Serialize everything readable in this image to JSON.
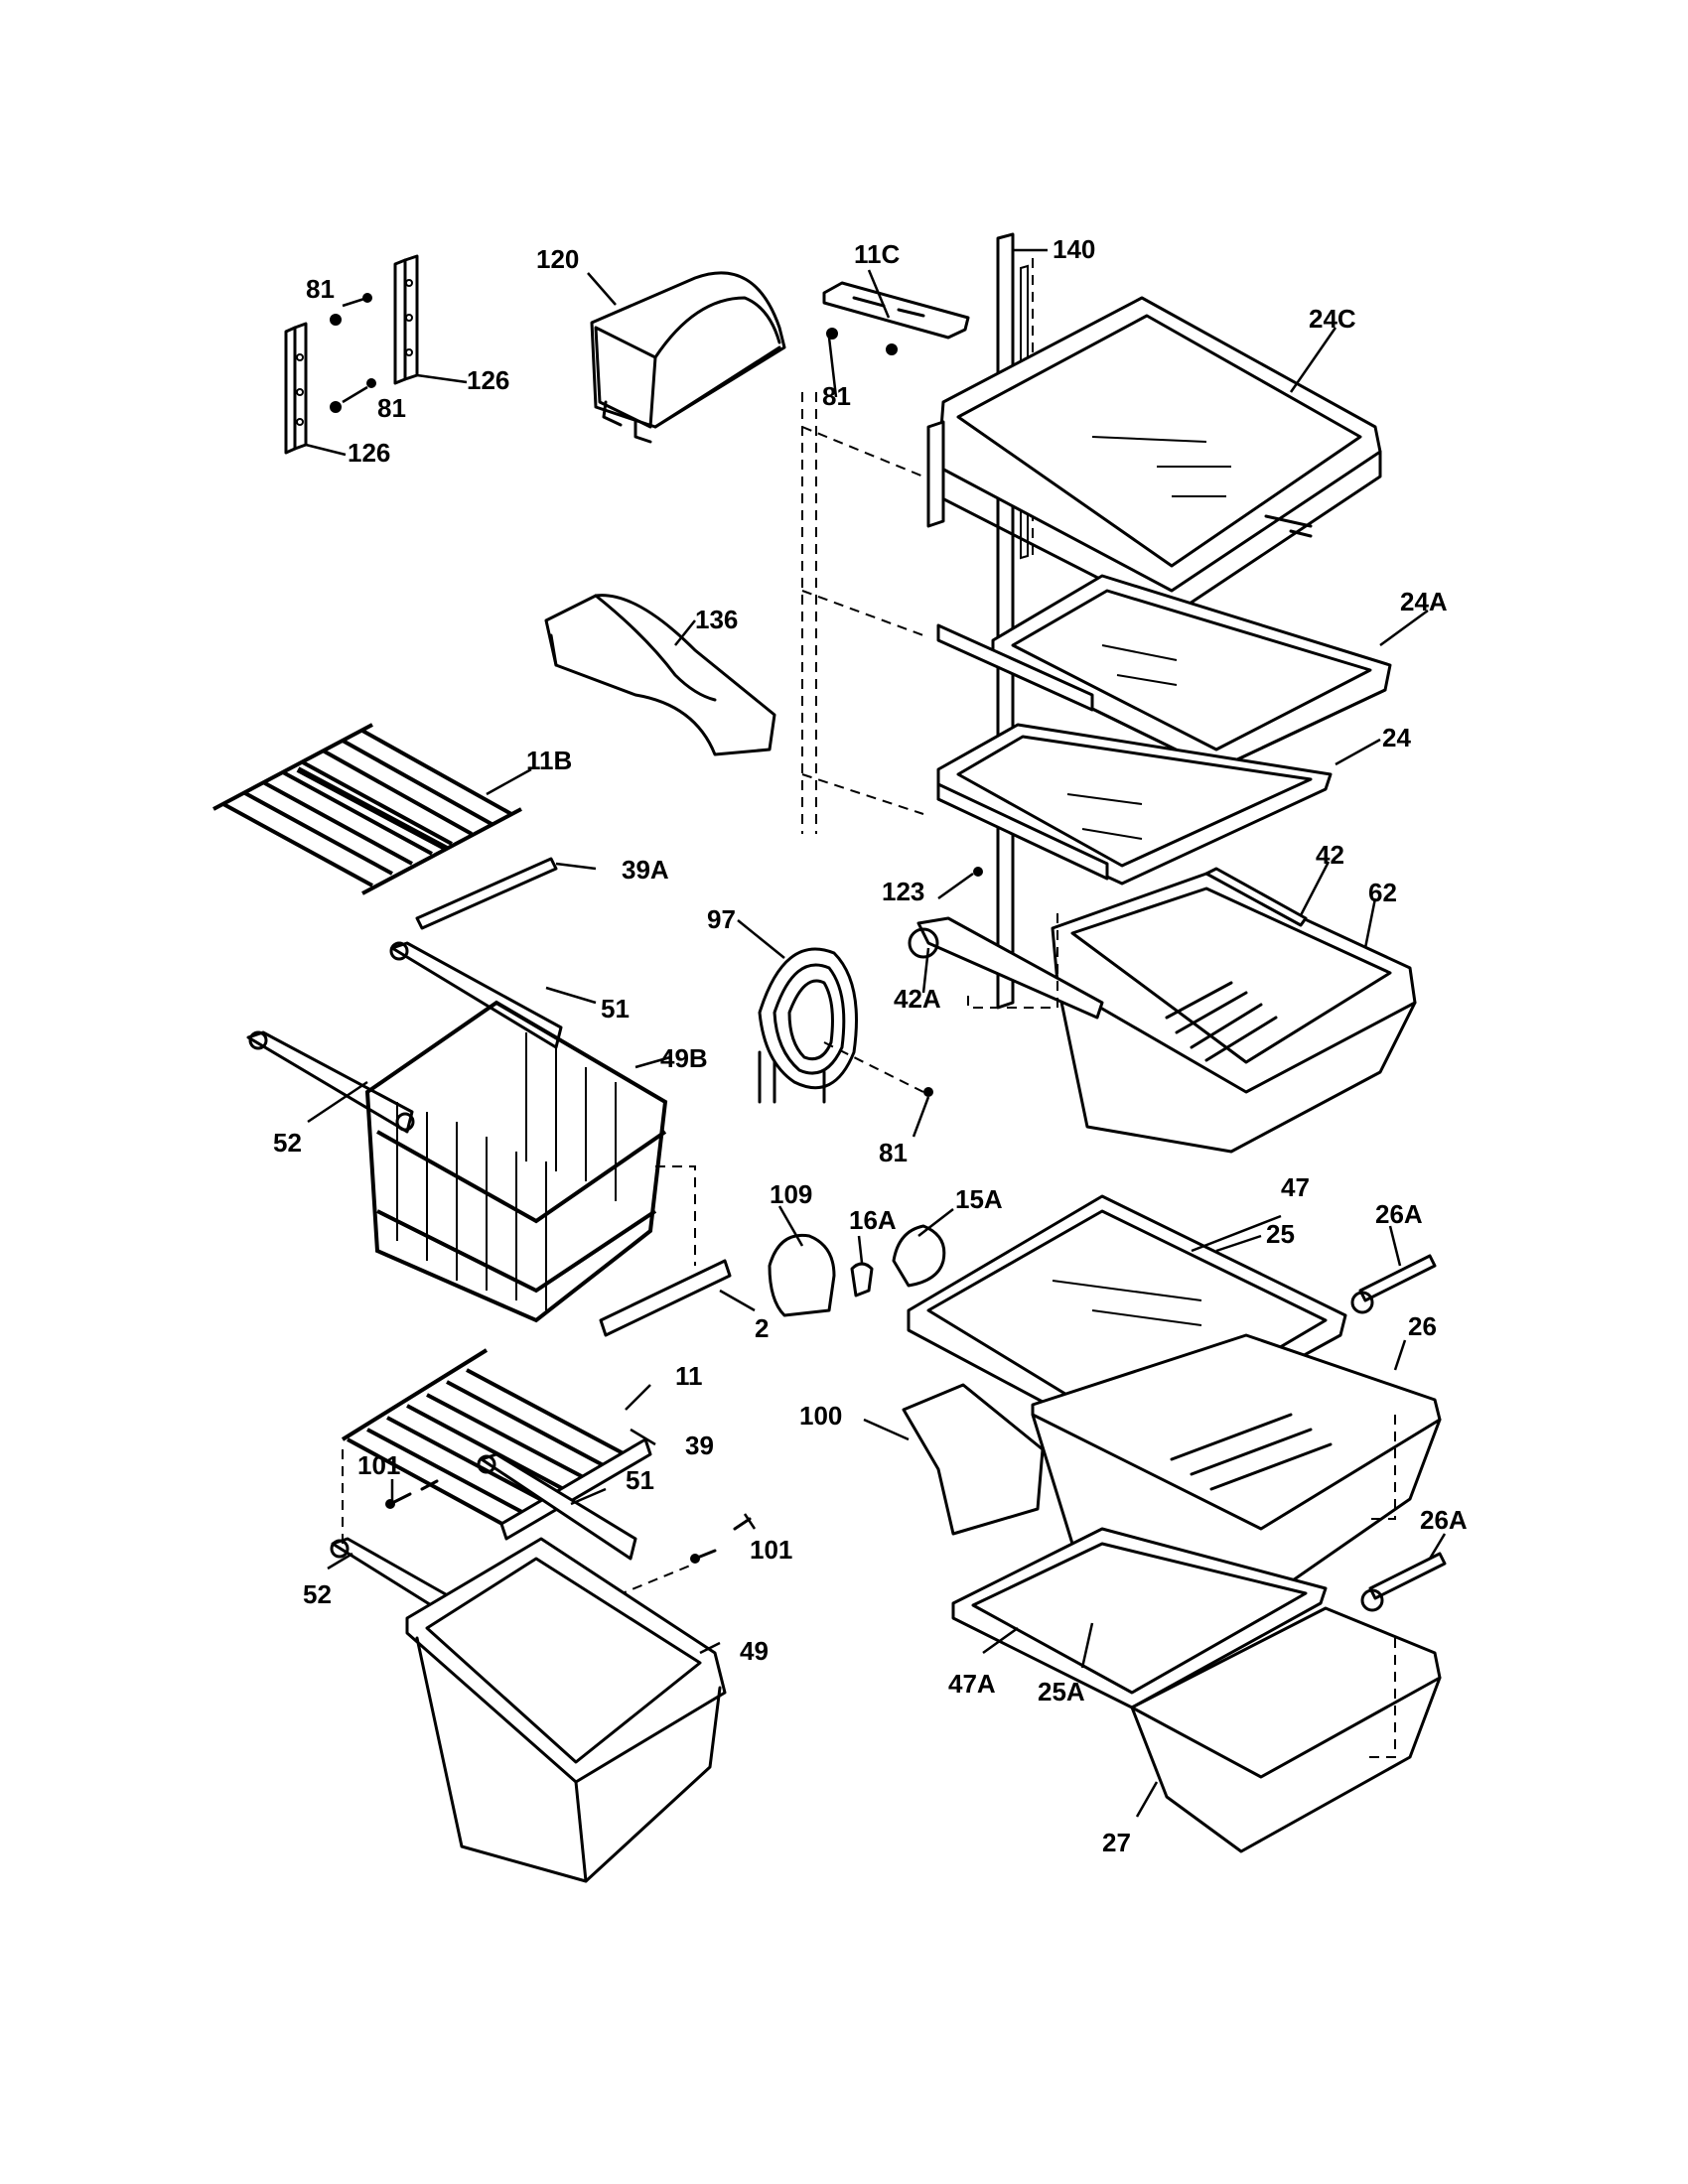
{
  "diagram": {
    "type": "exploded parts diagram",
    "callouts": {
      "c81a": "81",
      "c126a": "126",
      "c81b": "81",
      "c126b": "126",
      "c120": "120",
      "c11c": "11C",
      "c140": "140",
      "c81c": "81",
      "c24c": "24C",
      "c136": "136",
      "c24a": "24A",
      "c24": "24",
      "c11b": "11B",
      "c39a": "39A",
      "c123": "123",
      "c42": "42",
      "c62": "62",
      "c97": "97",
      "c42a": "42A",
      "c51a": "51",
      "c49b": "49B",
      "c52a": "52",
      "c81d": "81",
      "c109": "109",
      "c16a": "16A",
      "c15a": "15A",
      "c47": "47",
      "c25": "25",
      "c26a1": "26A",
      "c2": "2",
      "c26": "26",
      "c11": "11",
      "c100": "100",
      "c39": "39",
      "c101a": "101",
      "c51b": "51",
      "c26a2": "26A",
      "c101b": "101",
      "c52b": "52",
      "c49": "49",
      "c47a": "47A",
      "c25a": "25A",
      "c27": "27"
    }
  }
}
